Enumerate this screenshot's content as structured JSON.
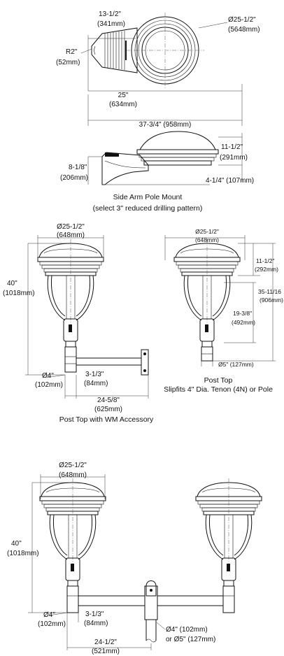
{
  "top_view": {
    "dim_arm_depth": "13-1/2\"",
    "dim_arm_depth_mm": "(341mm)",
    "dim_dia": "Ø25-1/2\"",
    "dim_dia_mm": "(5648mm)",
    "dim_radius": "R2\"",
    "dim_radius_mm": "(52mm)",
    "dim_head": "25\"",
    "dim_head_mm": "(634mm)",
    "dim_overall": "37-3/4\" (958mm)"
  },
  "side_view": {
    "dim_height": "11-1/2\"",
    "dim_height_mm": "(291mm)",
    "dim_arm_height": "8-1/8\"",
    "dim_arm_height_mm": "(206mm)",
    "dim_offset": "4-1/4\" (107mm)",
    "caption_line1": "Side Arm Pole Mount",
    "caption_line2": "(select 3\" reduced drilling pattern)"
  },
  "wm_view": {
    "dim_dia": "Ø25-1/2\"",
    "dim_dia_mm": "(648mm)",
    "dim_height": "40\"",
    "dim_height_mm": "(1018mm)",
    "dim_tenon": "Ø4\"",
    "dim_tenon_mm": "(102mm)",
    "dim_clear": "3-1/3\"",
    "dim_clear_mm": "(84mm)",
    "dim_reach": "24-5/8\"",
    "dim_reach_mm": "(625mm)",
    "caption": "Post Top with WM Accessory"
  },
  "post_top": {
    "dim_dia": "Ø25-1/2\"",
    "dim_dia_mm": "(648mm)",
    "dim_head": "11-1/2\"",
    "dim_head_mm": "(292mm)",
    "dim_overall": "35-11/16",
    "dim_overall_mm": "(906mm)",
    "dim_body": "19-3/8\"",
    "dim_body_mm": "(492mm)",
    "dim_base": "Ø5\" (127mm)",
    "caption_line1": "Post Top",
    "caption_line2": "Slipfits 4\" Dia. Tenon (4N) or Pole"
  },
  "twin_view": {
    "dim_dia": "Ø25-1/2\"",
    "dim_dia_mm": "(648mm)",
    "dim_height": "40\"",
    "dim_height_mm": "(1018mm)",
    "dim_tenon": "Ø4\"",
    "dim_tenon_mm": "(102mm)",
    "dim_clear": "3-1/3\"",
    "dim_clear_mm": "(84mm)",
    "dim_pole": "Ø4\" (102mm)",
    "dim_pole_alt": "or Ø5\" (127mm)",
    "dim_reach": "24-1/2\"",
    "dim_reach_mm": "(521mm)"
  }
}
